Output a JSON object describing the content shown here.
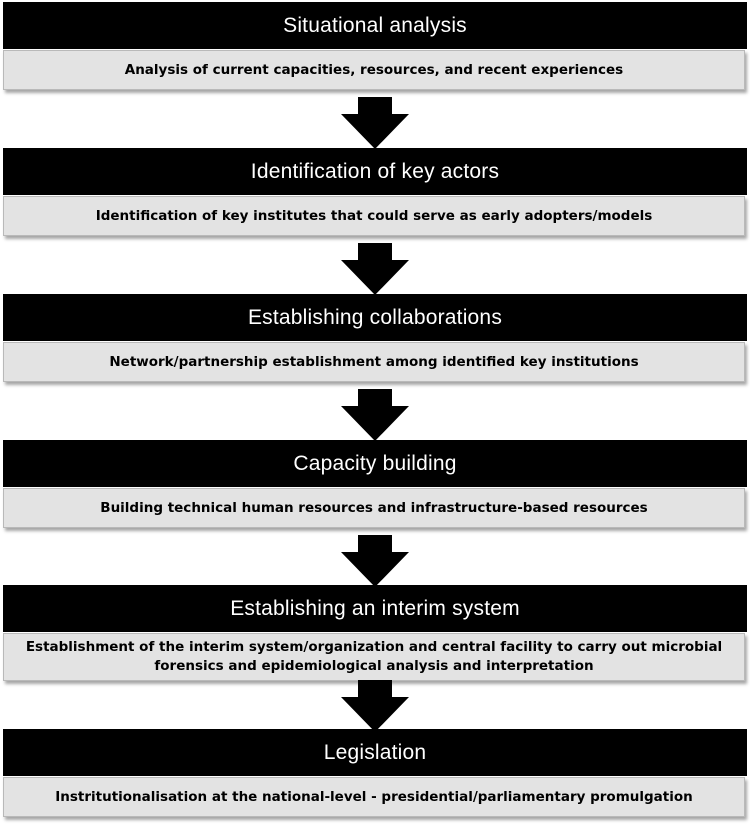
{
  "steps": [
    {
      "title": "Situational  analysis",
      "description": "Analysis of current capacities, resources, and recent experiences"
    },
    {
      "title": "Identification of  key  actors",
      "description": "Identification of key institutes that could serve as early adopters/models"
    },
    {
      "title": "Establishing  collaborations",
      "description": "Network/partnership establishment among identified key institutions"
    },
    {
      "title": "Capacity building",
      "description": "Building technical human resources and infrastructure-based resources"
    },
    {
      "title": "Establishing an interim system",
      "description": "Establishment of the interim system/organization and central facility to carry out microbial forensics and epidemiological analysis and interpretation"
    },
    {
      "title": "Legislation",
      "description": "Instritutionalisation at the national-level - presidential/parliamentary promulgation"
    }
  ],
  "colors": {
    "header_background": "#000000",
    "header_text": "#ffffff",
    "body_background": "#e3e3e3",
    "arrow": "#000000"
  }
}
